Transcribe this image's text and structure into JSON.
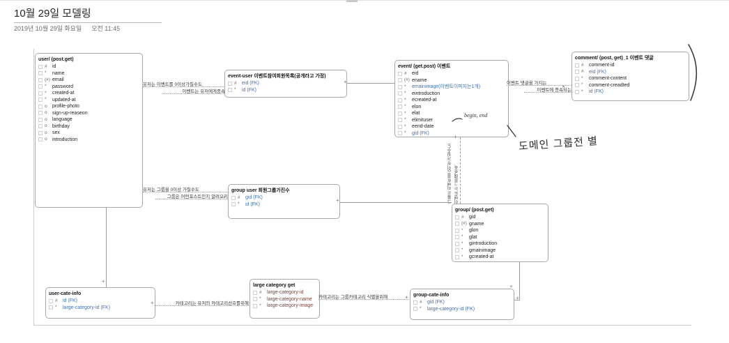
{
  "page": {
    "title": "10월 29일 모델링",
    "date": "2019년 10월 29일 화요일",
    "time": "오전 11:45"
  },
  "colors": {
    "fk_blue": "#3f6fb5",
    "category_maroon": "#7c4038"
  },
  "glyphs": {
    "plus": "+",
    "asterisk": "✳",
    "cross": "✕"
  },
  "entities": [
    {
      "id": "user",
      "title": "user/ (post.get)",
      "fields": [
        {
          "m": "#",
          "n": "id"
        },
        {
          "m": "*",
          "n": "name"
        },
        {
          "m": "(#)",
          "n": "email"
        },
        {
          "m": "*",
          "n": "password"
        },
        {
          "m": "*",
          "n": "created-at"
        },
        {
          "m": "*",
          "n": "updated-at"
        },
        {
          "m": "o",
          "n": "profile-photo"
        },
        {
          "m": "o",
          "n": "sign-up-reaseon"
        },
        {
          "m": "o",
          "n": "language"
        },
        {
          "m": "o",
          "n": "birthday"
        },
        {
          "m": "o",
          "n": "sex"
        },
        {
          "m": "o",
          "n": "introduction"
        }
      ]
    },
    {
      "id": "event-user",
      "title": "event-user 이벤트참여회원목록(공개라고 가정)",
      "fields": [
        {
          "m": "#",
          "n": "eid (FK)",
          "c": "blue"
        },
        {
          "m": "*",
          "n": "id (FK)",
          "c": "blue"
        }
      ]
    },
    {
      "id": "event",
      "title": "event/  (get.post) 이벤트",
      "fields": [
        {
          "m": "#",
          "n": "eid"
        },
        {
          "m": "(#)",
          "n": "ename"
        },
        {
          "m": "*",
          "n": "emainimage(이벤트이미지는1개)",
          "c": "blue"
        },
        {
          "m": "*",
          "n": "eintroduction"
        },
        {
          "m": "*",
          "n": "ecreated-at"
        },
        {
          "m": "*",
          "n": "elon"
        },
        {
          "m": "*",
          "n": "elat"
        },
        {
          "m": "*",
          "n": "elimituser"
        },
        {
          "m": "*",
          "n": "eend-date"
        },
        {
          "m": "*",
          "n": "gid (FK)",
          "c": "blue"
        }
      ]
    },
    {
      "id": "comment",
      "title": "comment/  (post,  get)_1 이벤트 댓글",
      "fields": [
        {
          "m": "#",
          "n": "comment-id"
        },
        {
          "m": "#",
          "n": "eid (FK)",
          "c": "blue"
        },
        {
          "m": "*",
          "n": "comment-content"
        },
        {
          "m": "*",
          "n": "comment-creadted"
        },
        {
          "m": "*",
          "n": "id (FK)",
          "c": "blue"
        }
      ]
    },
    {
      "id": "group-user",
      "title": "group user 회원그룹가진수",
      "fields": [
        {
          "m": "#",
          "n": "gid (FK)",
          "c": "blue"
        },
        {
          "m": "*",
          "n": "id (FK)",
          "c": "blue"
        }
      ]
    },
    {
      "id": "group",
      "title": "group/ (post.get)",
      "fields": [
        {
          "m": "#",
          "n": "gid"
        },
        {
          "m": "(#)",
          "n": "gname"
        },
        {
          "m": "*",
          "n": "glon"
        },
        {
          "m": "*",
          "n": "glat"
        },
        {
          "m": "*",
          "n": "gintroduction"
        },
        {
          "m": "*",
          "n": "gmainimage"
        },
        {
          "m": "*",
          "n": "gcreated-at"
        }
      ]
    },
    {
      "id": "user-cate-info",
      "title": "user-cate-info",
      "fields": [
        {
          "m": "#",
          "n": "id (FK)",
          "c": "blue"
        },
        {
          "m": "*",
          "n": "large-category-id (FK)",
          "c": "blue"
        }
      ]
    },
    {
      "id": "large-category",
      "title": "large category get",
      "fields": [
        {
          "m": "#",
          "n": "large-category-id",
          "c": "maroon"
        },
        {
          "m": "*",
          "n": "large-category-name",
          "c": "maroon"
        },
        {
          "m": "*",
          "n": "large-category-image",
          "c": "maroon"
        }
      ]
    },
    {
      "id": "group-cate-info",
      "title": "group-cate-info",
      "fields": [
        {
          "m": "#",
          "n": "gid (FK)",
          "c": "blue"
        },
        {
          "m": "*",
          "n": "large-category-id (FK)",
          "c": "blue"
        }
      ]
    }
  ],
  "relations": {
    "user_event": [
      "유저는 이벤트를 0이상가질수도",
      "이벤트는 유저에게종속"
    ],
    "user_group": [
      "유저는 그룹을 0이상 가질수도",
      "그룹은 어떤포스트인지 알려오기"
    ],
    "event_comment": [
      "이벤트 댓글을 가지는",
      "이벤트에 종속되는"
    ],
    "event_group": [
      "그룹은 이벤트를 0이상 가질수도",
      "이벤트는 그룹에종속"
    ],
    "usercate_largecate": "카테고리는 유저의 카테고리선호를위해",
    "largecate_groupcate": "카테고리는 그룹카테고리 식별을위해"
  },
  "annotations": {
    "eend_note": "begin, end",
    "ink_note": "도메인 그룹전 별"
  }
}
